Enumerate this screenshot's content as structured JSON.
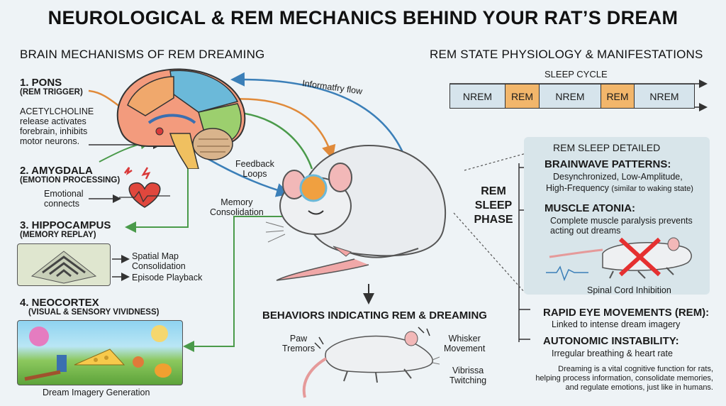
{
  "title": "NEUROLOGICAL & REM MECHANICS BEHIND YOUR RAT’S DREAM",
  "left_heading": "BRAIN MECHANISMS OF REM DREAMING",
  "right_heading": "REM STATE PHYSIOLOGY & MANIFESTATIONS",
  "pons": {
    "title": "1. PONS",
    "subtitle": "(REM TRIGGER)",
    "desc_lines": [
      "ACETYLCHOLINE",
      "release activates",
      "forebrain, inhibits",
      "motor neurons."
    ]
  },
  "amygdala": {
    "title": "2. AMYGDALA",
    "subtitle": "(EMOTION PROCESSING)",
    "desc_lines": [
      "Emotional",
      "connects"
    ]
  },
  "hippocampus": {
    "title": "3. HIPPOCAMPUS",
    "subtitle": "(MEMORY REPLAY)",
    "item1_lines": [
      "Spatial Map",
      "Consolidation"
    ],
    "item2": "Episode Playback"
  },
  "neocortex": {
    "title": "4. NEOCORTEX",
    "subtitle": "(VISUAL & SENSORY VIVIDNESS)",
    "caption": "Dream Imagery Generation"
  },
  "flow_labels": {
    "info_flow": "Informatfry flow",
    "feedback_lines": [
      "Feedback",
      "Loops"
    ],
    "memory_lines": [
      "Memory",
      "Consolidation"
    ]
  },
  "sleep_cycle": {
    "label": "SLEEP CYCLE",
    "segments": [
      "NREM",
      "REM",
      "NREM",
      "REM",
      "NREM"
    ],
    "colors": {
      "nrem": "#d6e4ec",
      "rem": "#f2b66b"
    }
  },
  "rem_phase_lines": [
    "REM",
    "SLEEP",
    "PHASE"
  ],
  "rem_detail": {
    "heading": "REM SLEEP DETAILED",
    "brainwave_title": "BRAINWAVE PATTERNS:",
    "brainwave_line1": "Desynchronized, Low-Amplitude,",
    "brainwave_line2": "High-Frequency",
    "brainwave_note": "(similar to waking state)",
    "atonia_title": "MUSCLE ATONIA:",
    "atonia_lines": [
      "Complete muscle paralysis prevents",
      "acting out dreams"
    ],
    "spinal": "Spinal Cord Inhibition"
  },
  "rem_eye": {
    "title": "RAPID EYE MOVEMENTS (REM):",
    "desc": "Linked to intense dream imagery"
  },
  "autonomic": {
    "title": "AUTONOMIC INSTABILITY:",
    "desc": "Irregular breathing & heart rate"
  },
  "summary_lines": [
    "Dreaming is a vital cognitive function for rats,",
    "helping process information, consolidate memories,",
    "and regulate emotions, just like in humans."
  ],
  "behaviors": {
    "heading": "BEHAVIORS INDICATING REM & DREAMING",
    "paw_lines": [
      "Paw",
      "Tremors"
    ],
    "whisker_lines": [
      "Whisker",
      "Movement"
    ],
    "vibrissa_lines": [
      "Vibrissa",
      "Twitching"
    ]
  }
}
